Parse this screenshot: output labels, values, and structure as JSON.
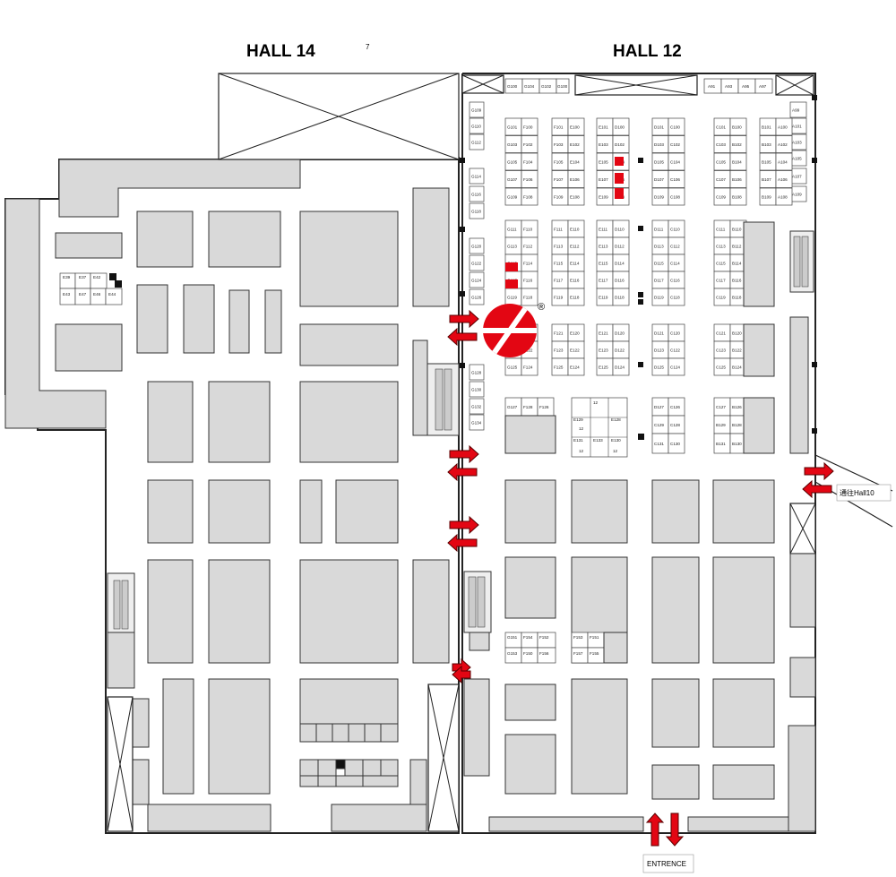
{
  "halls": {
    "left_title": "HALL 14",
    "right_title": "HALL 12",
    "page_mark": "7"
  },
  "labels": {
    "entrance": "ENTRENCE",
    "to_hall10": "通往Hall10",
    "registered": "®"
  },
  "colors": {
    "block_fill": "#d9d9d9",
    "highlight": "#e30613",
    "wall": "#222222"
  },
  "booths": {
    "top_g": [
      "G100",
      "G104",
      "G102",
      "G100"
    ],
    "top_a": [
      "A91",
      "A93",
      "A95",
      "A97"
    ],
    "g_left_col": [
      "G109",
      "G110",
      "G112",
      "G114",
      "G116",
      "G118",
      "G120",
      "G122",
      "G124",
      "G126",
      "G128",
      "G130",
      "G132",
      "G134"
    ],
    "a_right_col": [
      "A99",
      "A101",
      "A103",
      "A105",
      "A107",
      "A109"
    ],
    "grid_top": [
      [
        "G101",
        "F100",
        "F101",
        "E100",
        "E101",
        "D100",
        "D101",
        "C100",
        "C101",
        "B100",
        "B101",
        "A100"
      ],
      [
        "G103",
        "F102",
        "F103",
        "E102",
        "E103",
        "D102",
        "D103",
        "C102",
        "C103",
        "B102",
        "B103",
        "A102"
      ],
      [
        "G105",
        "F104",
        "F105",
        "E104",
        "E105",
        "D104",
        "D105",
        "C104",
        "C105",
        "B104",
        "B105",
        "A104"
      ],
      [
        "G107",
        "F106",
        "F107",
        "E106",
        "E107",
        "D106",
        "D107",
        "C106",
        "C107",
        "B106",
        "B107",
        "A106"
      ],
      [
        "G109",
        "F108",
        "F109",
        "E108",
        "E109",
        "D108",
        "D109",
        "C108",
        "C109",
        "B108",
        "B109",
        "A108"
      ]
    ],
    "grid_mid": [
      [
        "G111",
        "F110",
        "F111",
        "E110",
        "E111",
        "D110",
        "D111",
        "C110",
        "C111",
        "B110"
      ],
      [
        "G113",
        "F112",
        "F113",
        "E112",
        "E113",
        "D112",
        "D113",
        "C112",
        "C113",
        "B112"
      ],
      [
        "G115",
        "F114",
        "F115",
        "E114",
        "E115",
        "D114",
        "D115",
        "C114",
        "C115",
        "B114"
      ],
      [
        "G117",
        "F116",
        "F117",
        "E116",
        "E117",
        "D116",
        "D117",
        "C116",
        "C117",
        "B116"
      ],
      [
        "G119",
        "F118",
        "F119",
        "E118",
        "E119",
        "D118",
        "D119",
        "C118",
        "C119",
        "B118"
      ]
    ],
    "grid_low": [
      [
        "G121",
        "F120",
        "F121",
        "E120",
        "E121",
        "D120",
        "D121",
        "C120",
        "C121",
        "B120"
      ],
      [
        "G123",
        "F122",
        "F123",
        "E122",
        "E123",
        "D122",
        "D123",
        "C122",
        "C123",
        "B122"
      ],
      [
        "G125",
        "F124",
        "F125",
        "E124",
        "E125",
        "D124",
        "D125",
        "C124",
        "C125",
        "B124"
      ]
    ],
    "row_127": [
      "G127",
      "F128",
      "F126",
      "E127",
      "E126",
      "D126",
      "D127",
      "C126",
      "C127",
      "B126"
    ],
    "inner_e": [
      "12",
      "E129",
      "E128",
      "12",
      "E131",
      "E133",
      "E130",
      "12",
      "12"
    ],
    "c_low": [
      "C129",
      "C128",
      "C131",
      "C130"
    ],
    "b_low": [
      "B129",
      "B128",
      "B131",
      "B130"
    ],
    "hall14_small": [
      "E39",
      "E37",
      "E42",
      "E43",
      "E47",
      "E46",
      "E44"
    ],
    "lower_small": [
      "G151",
      "F154",
      "F152",
      "F153",
      "F151",
      "G153",
      "F150",
      "F156",
      "F157",
      "F155"
    ]
  }
}
